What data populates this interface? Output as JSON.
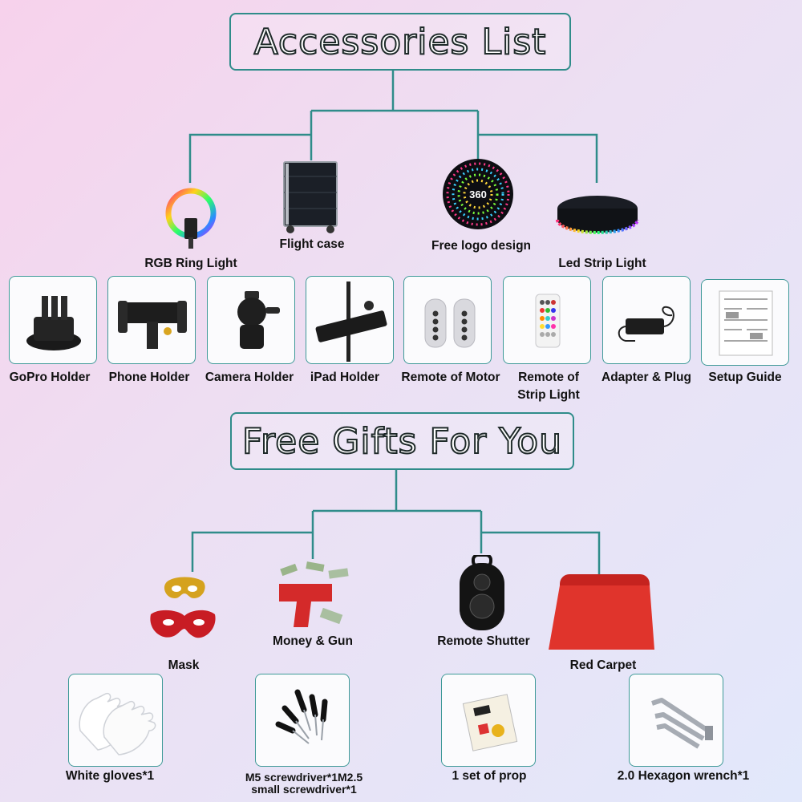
{
  "accessories": {
    "title": "Accessories List",
    "featured": [
      {
        "label": "RGB Ring Light",
        "icon": "rgb-ring-light-icon"
      },
      {
        "label": "Flight case",
        "icon": "flight-case-icon"
      },
      {
        "label": "Free logo design",
        "icon": "logo-design-icon",
        "logo_text": "360"
      },
      {
        "label": "Led Strip Light",
        "icon": "led-strip-light-icon"
      }
    ],
    "items": [
      {
        "label": "GoPro Holder",
        "icon": "gopro-holder-icon"
      },
      {
        "label": "Phone Holder",
        "icon": "phone-holder-icon"
      },
      {
        "label": "Camera Holder",
        "icon": "camera-holder-icon"
      },
      {
        "label": "iPad Holder",
        "icon": "ipad-holder-icon"
      },
      {
        "label": "Remote of Motor",
        "icon": "motor-remote-icon"
      },
      {
        "label_line1": "Remote of",
        "label_line2": "Strip Light",
        "icon": "strip-light-remote-icon"
      },
      {
        "label": "Adapter & Plug",
        "icon": "adapter-plug-icon"
      },
      {
        "label": "Setup Guide",
        "icon": "setup-guide-icon"
      }
    ]
  },
  "gifts": {
    "title": "Free Gifts For You",
    "featured": [
      {
        "label": "Mask",
        "icon": "mask-icon"
      },
      {
        "label": "Money & Gun",
        "icon": "money-gun-icon"
      },
      {
        "label": "Remote Shutter",
        "icon": "remote-shutter-icon"
      },
      {
        "label": "Red Carpet",
        "icon": "red-carpet-icon"
      }
    ],
    "items": [
      {
        "label": "White gloves*1",
        "icon": "white-gloves-icon"
      },
      {
        "label_line1": "M5 screwdriver*1M2.5",
        "label_line2": "small screwdriver*1",
        "icon": "screwdriver-icon"
      },
      {
        "label": "1 set of prop",
        "icon": "prop-set-icon"
      },
      {
        "label": "2.0 Hexagon wrench*1",
        "icon": "hexagon-wrench-icon"
      }
    ]
  },
  "colors": {
    "accent": "#2f8c8a",
    "text": "#111111"
  }
}
